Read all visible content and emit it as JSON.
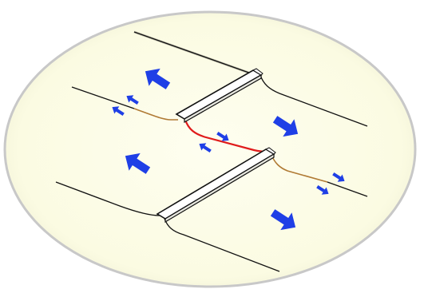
{
  "diagram": {
    "colors": {
      "background": "#ffffff",
      "disc_fill": "#fdfde6",
      "disc_edge": "#c8c8c8",
      "trace": "#111111",
      "trace_shadow": "#c9c7b3",
      "tail": "#b07a34",
      "fault": "#e01b1b",
      "ridge_fill": "#ffffff",
      "ridge_stroke": "#111111",
      "arrow": "#1f3fe6"
    },
    "arrows": [
      {
        "name": "motion-arrow-large-upper-left",
        "size": "large",
        "direction": "up-left"
      },
      {
        "name": "motion-arrow-large-lower-left",
        "size": "large",
        "direction": "up-left"
      },
      {
        "name": "motion-arrow-large-upper-right",
        "size": "large",
        "direction": "down-right"
      },
      {
        "name": "motion-arrow-large-lower-right",
        "size": "large",
        "direction": "down-right"
      },
      {
        "name": "motion-arrow-small-upper-left-a",
        "size": "small",
        "direction": "up-left"
      },
      {
        "name": "motion-arrow-small-upper-left-b",
        "size": "small",
        "direction": "up-left"
      },
      {
        "name": "motion-arrow-small-fault-right",
        "size": "small",
        "direction": "down-right"
      },
      {
        "name": "motion-arrow-small-fault-left",
        "size": "small",
        "direction": "up-left"
      },
      {
        "name": "motion-arrow-small-lower-right-a",
        "size": "small",
        "direction": "down-right"
      },
      {
        "name": "motion-arrow-small-lower-right-b",
        "size": "small",
        "direction": "down-right"
      }
    ]
  }
}
